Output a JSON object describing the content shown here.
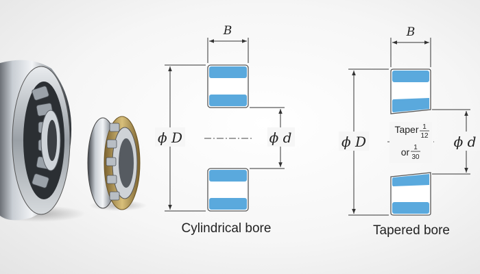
{
  "cylindrical": {
    "width_label": "B",
    "outer_diameter_label": "ϕ D",
    "bore_label": "ϕ d",
    "caption": "Cylindrical bore"
  },
  "tapered": {
    "width_label": "B",
    "outer_diameter_label": "ϕ D",
    "bore_label": "ϕ d",
    "caption": "Tapered bore",
    "taper_word": "Taper",
    "taper_1_num": "1",
    "taper_1_den": "12",
    "or_word": "or",
    "taper_2_num": "1",
    "taper_2_den": "30"
  },
  "colors": {
    "roller_fill": "#5aa9dd",
    "ring_outline": "#555555",
    "dimension_line": "#333333",
    "background": "#f4f4f4"
  }
}
